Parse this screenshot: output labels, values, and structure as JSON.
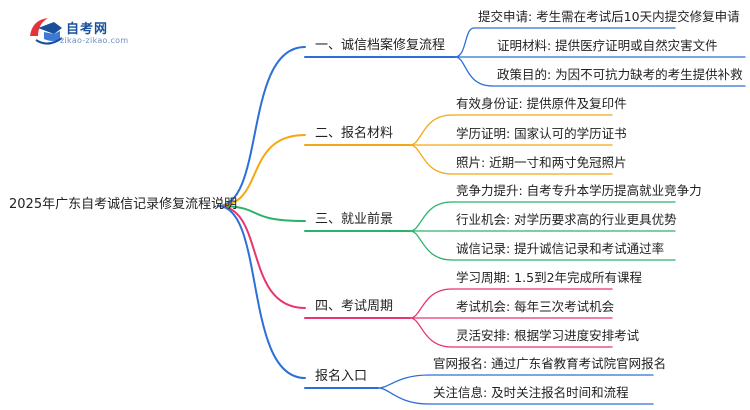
{
  "logo": {
    "title": "自考网",
    "url": "zikao-zikao.com"
  },
  "root": "2025年广东自考诚信记录修复流程说明",
  "branches": [
    {
      "label": "一、诚信档案修复流程",
      "color": "#2c6fd6",
      "leaves": [
        "提交申请: 考生需在考试后10天内提交修复申请",
        "证明材料: 提供医疗证明或自然灾害文件",
        "政策目的: 为因不可抗力缺考的考生提供补救"
      ]
    },
    {
      "label": "二、报名材料",
      "color": "#f3a712",
      "leaves": [
        "有效身份证: 提供原件及复印件",
        "学历证明: 国家认可的学历证书",
        "照片: 近期一寸和两寸免冠照片"
      ]
    },
    {
      "label": "三、就业前景",
      "color": "#29b36a",
      "leaves": [
        "竞争力提升: 自考专升本学历提高就业竞争力",
        "行业机会: 对学历要求高的行业更具优势",
        "诚信记录: 提升诚信记录和考试通过率"
      ]
    },
    {
      "label": "四、考试周期",
      "color": "#e8356d",
      "leaves": [
        "学习周期: 1.5到2年完成所有课程",
        "考试机会: 每年三次考试机会",
        "灵活安排: 根据学习进度安排考试"
      ]
    },
    {
      "label": "报名入口",
      "color": "#2c6fd6",
      "leaves": [
        "官网报名: 通过广东省教育考试院官网报名",
        "关注信息: 及时关注报名时间和流程"
      ]
    }
  ]
}
